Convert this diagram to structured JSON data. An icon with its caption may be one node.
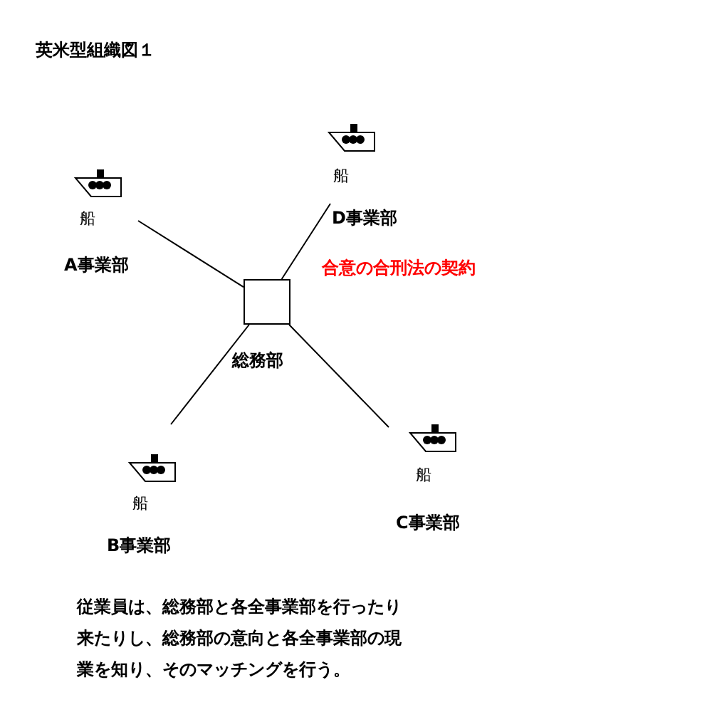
{
  "diagram": {
    "title": "英米型組織図１",
    "nodes": [
      {
        "text": [
          "総務部"
        ]
      },
      {
        "text": [
          "船",
          "A事業部"
        ]
      },
      {
        "text": [
          "船",
          "D事業部"
        ]
      },
      {
        "text": [
          "船",
          "B事業部"
        ]
      },
      {
        "text": [
          "船",
          "C事業部"
        ]
      }
    ],
    "edges": [
      {
        "from": 1,
        "to": 0,
        "arrow": "none"
      },
      {
        "from": 2,
        "to": 0,
        "arrow": "none"
      },
      {
        "from": 3,
        "to": 0,
        "arrow": "none"
      },
      {
        "from": 4,
        "to": 0,
        "arrow": "none"
      }
    ],
    "labels": [
      "合意の合刑法の契約"
    ],
    "caption": "従業員は、総務部と各全事業部を行ったり来たりし、総務部の意向と各全事業部の現業を知り、そのマッチングを行う。"
  }
}
